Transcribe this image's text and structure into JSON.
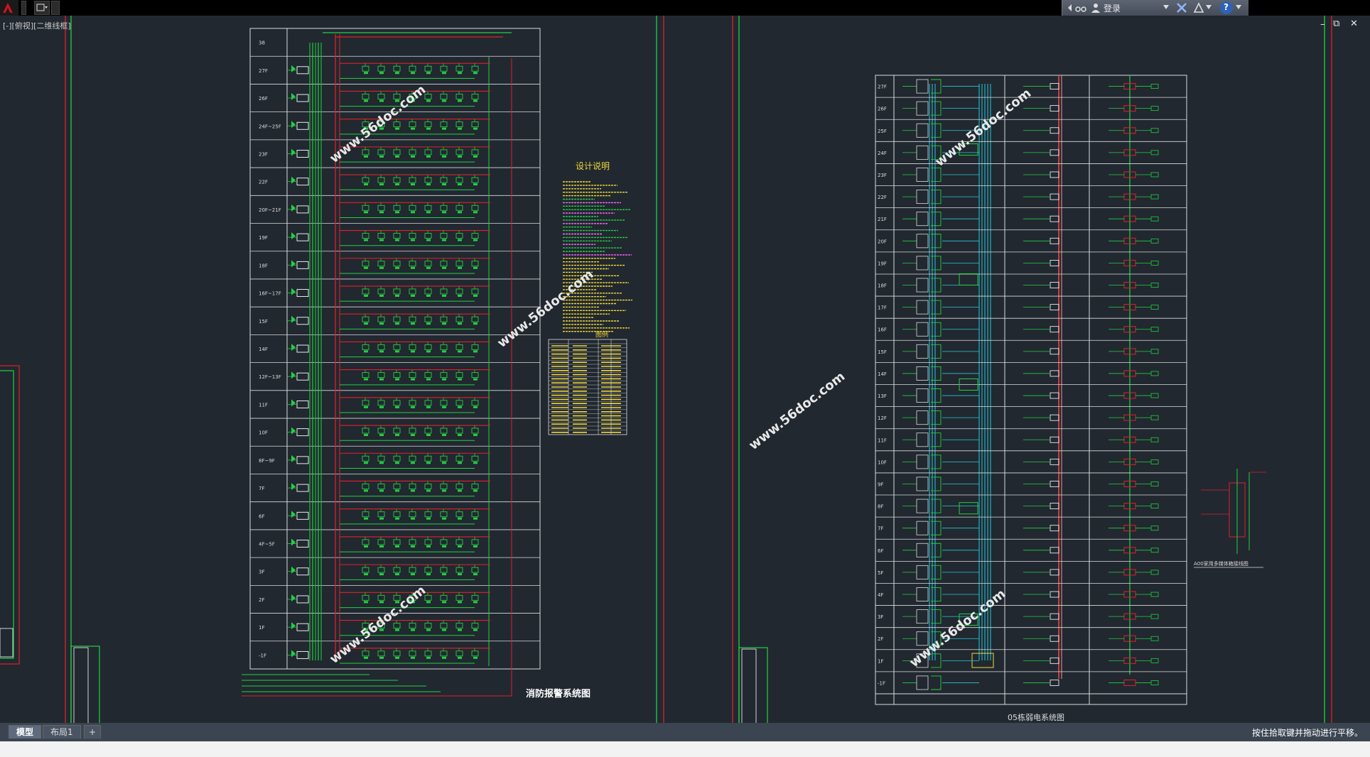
{
  "topbar": {
    "login_label": "登录",
    "help_label": "?"
  },
  "viewport": {
    "label": "[-][俯视][二维线框]"
  },
  "drawing": {
    "fire_title": "消防报警系统图",
    "design_notes_title": "设计说明",
    "legend_title": "图例",
    "weak_title": "05栋弱电系统图",
    "side_caption": "A00家用多媒体箱接线图",
    "watermark": "www.56doc.com",
    "fire_floors": [
      "38",
      "27F",
      "26F",
      "24F~25F",
      "23F",
      "22F",
      "20F~21F",
      "19F",
      "18F",
      "16F~17F",
      "15F",
      "14F",
      "12F~13F",
      "11F",
      "10F",
      "8F~9F",
      "7F",
      "6F",
      "4F~5F",
      "3F",
      "2F",
      "1F",
      "-1F"
    ],
    "weak_floors": [
      "27F",
      "26F",
      "25F",
      "24F",
      "23F",
      "22F",
      "21F",
      "20F",
      "19F",
      "18F",
      "17F",
      "16F",
      "15F",
      "14F",
      "13F",
      "12F",
      "11F",
      "10F",
      "9F",
      "8F",
      "7F",
      "6F",
      "5F",
      "4F",
      "3F",
      "2F",
      "1F",
      "-1F"
    ]
  },
  "statusbar": {
    "tabs": [
      "模型",
      "布局1"
    ],
    "add_tab": "+",
    "hint": "按住拾取键并拖动进行平移。"
  }
}
